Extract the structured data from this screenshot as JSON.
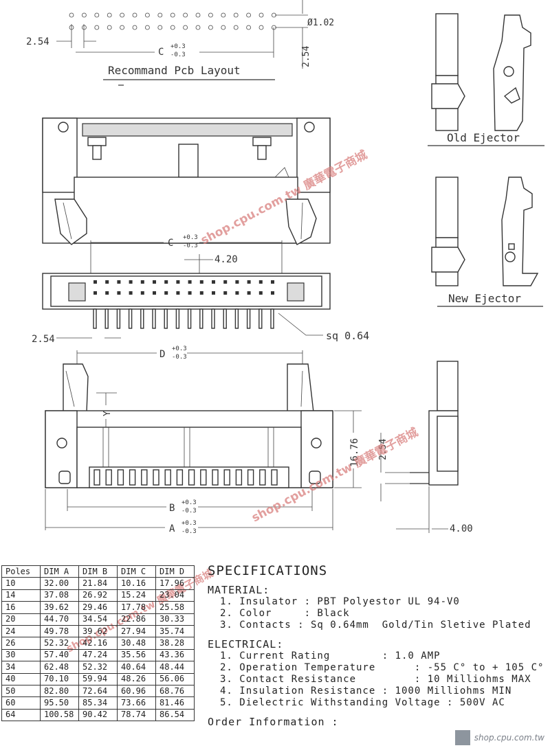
{
  "layout": {
    "pitch_label": "2.54",
    "hole_label": "Ø1.02",
    "row_spacing_label": "2.54",
    "c_label": "C",
    "c_tol_plus": "+0.3",
    "c_tol_minus": "-0.3",
    "title": "Recommand Pcb Layout"
  },
  "ejectors": {
    "old_label": "Old Ejector",
    "new_label": "New Ejector"
  },
  "top_view": {
    "c_label": "C",
    "c_tol_plus": "+0.3",
    "c_tol_minus": "-0.3",
    "dim_420": "4.20",
    "pitch_label": "2.54",
    "pin_label": "sq 0.64"
  },
  "front_view": {
    "d_label": "D",
    "d_tol_plus": "+0.3",
    "d_tol_minus": "-0.3",
    "y_label": "Y",
    "height_label": "16.76",
    "b_label": "B",
    "b_tol_plus": "+0.3",
    "b_tol_minus": "-0.3",
    "a_label": "A",
    "a_tol_plus": "+0.3",
    "a_tol_minus": "-0.3"
  },
  "side_view": {
    "pitch_label": "2.54",
    "depth_label": "4.00"
  },
  "watermark": "shop.cpu.com.tw 廣華電子商城",
  "table": {
    "headers": [
      "Poles",
      "DIM A",
      "DIM B",
      "DIM C",
      "DIM D"
    ],
    "rows": [
      [
        "10",
        "32.00",
        "21.84",
        "10.16",
        "17.96"
      ],
      [
        "14",
        "37.08",
        "26.92",
        "15.24",
        "23.04"
      ],
      [
        "16",
        "39.62",
        "29.46",
        "17.78",
        "25.58"
      ],
      [
        "20",
        "44.70",
        "34.54",
        "22.86",
        "30.33"
      ],
      [
        "24",
        "49.78",
        "39.62",
        "27.94",
        "35.74"
      ],
      [
        "26",
        "52.32",
        "42.16",
        "30.48",
        "38.28"
      ],
      [
        "30",
        "57.40",
        "47.24",
        "35.56",
        "43.36"
      ],
      [
        "34",
        "62.48",
        "52.32",
        "40.64",
        "48.44"
      ],
      [
        "40",
        "70.10",
        "59.94",
        "48.26",
        "56.06"
      ],
      [
        "50",
        "82.80",
        "72.64",
        "60.96",
        "68.76"
      ],
      [
        "60",
        "95.50",
        "85.34",
        "73.66",
        "81.46"
      ],
      [
        "64",
        "100.58",
        "90.42",
        "78.74",
        "86.54"
      ]
    ]
  },
  "specs": {
    "title": "SPECIFICATIONS",
    "material_heading": "MATERIAL:",
    "material": [
      "1. Insulator : PBT Polyestor UL 94-V0",
      "2. Color     : Black",
      "3. Contacts : Sq 0.64mm  Gold/Tin Sletive Plated"
    ],
    "electrical_heading": "ELECTRICAL:",
    "electrical": [
      "1. Current Rating        : 1.0 AMP",
      "2. Operation Temperature      : -55 C° to + 105 C°",
      "3. Contact Resistance         : 10 Milliohms MAX",
      "4. Insulation Resistance : 1000 Milliohms MIN",
      "5. Dielectric Withstanding Voltage : 500V AC"
    ],
    "order_heading": "Order Information :"
  },
  "footer": {
    "site": "shop.cpu.com.tw"
  }
}
